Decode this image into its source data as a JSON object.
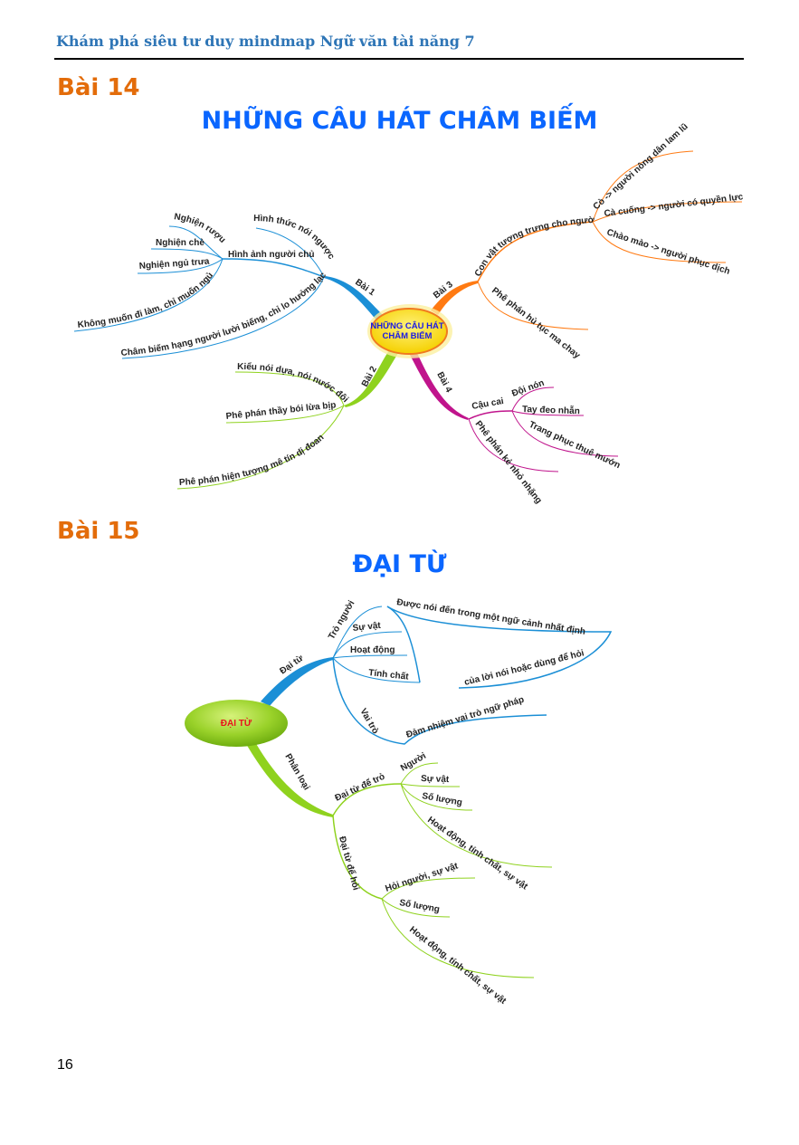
{
  "header": {
    "book_title": "Khám phá siêu tư duy mindmap Ngữ văn tài năng 7"
  },
  "lesson14": {
    "label": "Bài 14",
    "title": "NHỮNG CÂU HÁT CHÂM BIẾM",
    "center": [
      "NHỮNG CÂU HÁT",
      "CHÂM BIẾM"
    ],
    "branches": {
      "b1": {
        "label": "Bài 1",
        "color": "#1b8fd6",
        "node": "Hình ảnh người chủ",
        "leaves": [
          "Nghiện rượu",
          "Nghiện chè",
          "Nghiện ngủ trưa",
          "Không muốn đi làm, chỉ muốn ngủ"
        ],
        "others": [
          "Hình thức nói ngược",
          "Châm biếm hạng người lười biếng, chỉ lo hưởng lạc"
        ]
      },
      "b2": {
        "label": "Bài 2",
        "color": "#8fd21e",
        "leaves": [
          "Kiểu nói dựa, nói nước đôi",
          "Phê phán thầy bói lừa bịp",
          "Phê phán hiện tượng mê tín dị đoan"
        ]
      },
      "b3": {
        "label": "Bài 3",
        "color": "#ff7a12",
        "node": "Con vật tượng trưng cho người",
        "leaves": [
          "Cò -> người nông dân lam lũ",
          "Cà cuống -> người có quyền lực",
          "Chào mào -> người phục dịch"
        ],
        "other": "Phê phán hủ tục ma chay"
      },
      "b4": {
        "label": "Bài 4",
        "color": "#c0148c",
        "node": "Cậu cai",
        "leaves": [
          "Đội nón",
          "Tay đeo nhẫn",
          "Trang phục thuê mướn"
        ],
        "other": "Phê phán kẻ nhỏ nhặng"
      }
    }
  },
  "lesson15": {
    "label": "Bài 15",
    "title": "ĐẠI TỪ",
    "center": "ĐẠI TỪ",
    "dai_tu": {
      "label": "Đại từ",
      "color": "#1b8fd6",
      "tro_nguoi": "Trỏ người",
      "items": [
        "Sự vật",
        "Hoạt động",
        "Tính chất"
      ],
      "def1": "Được nói đến trong một ngữ cảnh nhất định",
      "def2": "của lời nói hoặc dùng để hỏi",
      "vai_tro": "Vai trò",
      "vai_tro_text": "Đảm nhiệm vai trò ngữ pháp"
    },
    "phan_loai": {
      "label": "Phân loại",
      "color": "#8fd21e",
      "tro": {
        "label": "Đại từ để trỏ",
        "leaves": [
          "Người",
          "Sự vật",
          "Số lượng",
          "Hoạt động, tính chất, sự vật"
        ]
      },
      "hoi": {
        "label": "Đại từ để hỏi",
        "leaves": [
          "Hỏi người, sự vật",
          "Số lượng",
          "Hoạt động, tính chất, sự vật"
        ]
      }
    }
  },
  "page_number": "16"
}
